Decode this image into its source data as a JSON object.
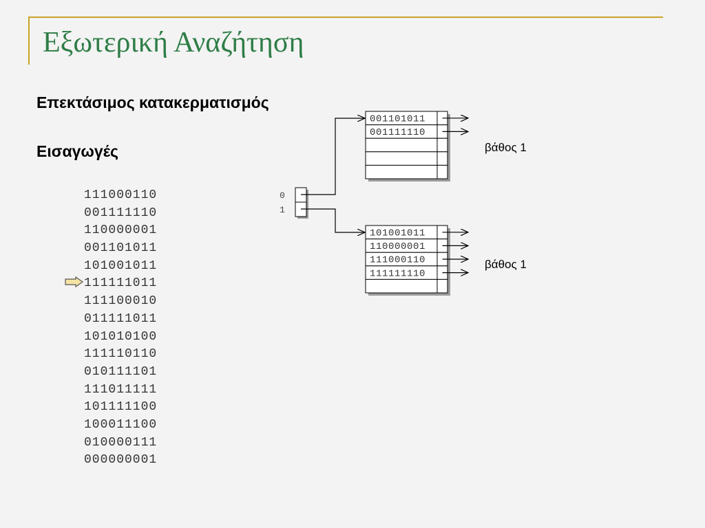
{
  "slide": {
    "title": "Εξωτερική Αναζήτηση",
    "subtitle": "Επεκτάσιμος κατακερματισμός",
    "inserts_label": "Εισαγωγές",
    "current_insert_index": 5
  },
  "keys": [
    "111000110",
    "001111110",
    "110000001",
    "001101011",
    "101001011",
    "111111011",
    "111100010",
    "011111011",
    "101010100",
    "111110110",
    "010111101",
    "111011111",
    "101111100",
    "100011100",
    "010000111",
    "000000001"
  ],
  "directory": {
    "entries": [
      "0",
      "1"
    ]
  },
  "buckets": [
    {
      "records": [
        "001101011",
        "001111110",
        "",
        "",
        ""
      ],
      "depth_label": "βάθος 1"
    },
    {
      "records": [
        "101001011",
        "110000001",
        "111000110",
        "111111110",
        ""
      ],
      "depth_label": "βάθος 1"
    }
  ],
  "colors": {
    "title": "#2e7d46",
    "frame": "#c9a227",
    "pointer_fill": "#f5e3a3"
  }
}
